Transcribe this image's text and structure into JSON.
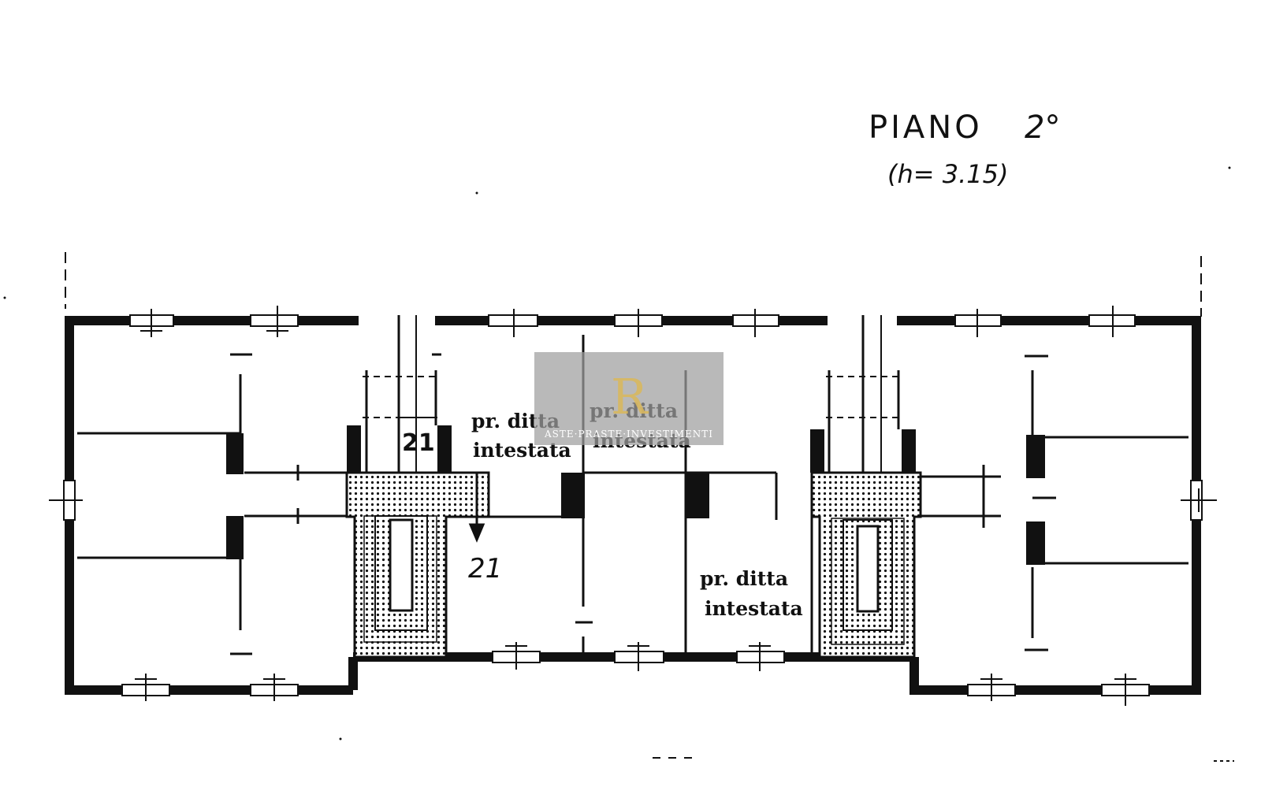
{
  "header": {
    "title": "PIANO",
    "floor": "2°",
    "height_note": "(h= 3.15)"
  },
  "rooms": {
    "label_line1": "pr. ditta",
    "label_line2": "intestata"
  },
  "markers": {
    "number": "21"
  },
  "watermark": {
    "monogram": "R",
    "text": "ASTE·PRASTE·INVESTIMENTI"
  },
  "colors": {
    "ink": "#111111",
    "paper": "#ffffff",
    "watermark_box": "#9e9e9e",
    "watermark_gold": "#d9b860"
  }
}
